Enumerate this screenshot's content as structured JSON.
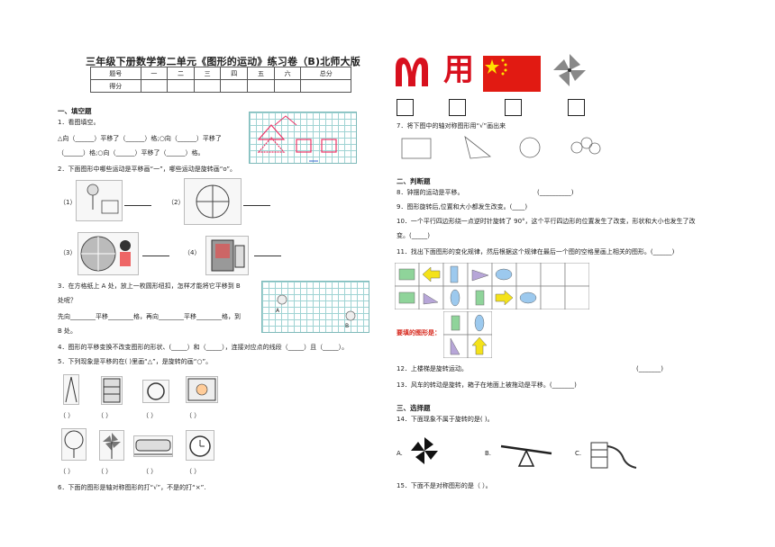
{
  "title": "三年级下册数学第二单元《图形的运动》练习卷（B)北师大版",
  "score_table": {
    "headers": [
      "题号",
      "一",
      "二",
      "三",
      "四",
      "五",
      "六",
      "总分"
    ],
    "row_label": "得分"
  },
  "sections": {
    "s1": "一、填空题",
    "s2": "二、判断题",
    "s3": "三、选择题"
  },
  "q": {
    "q1": "1．看图填空。",
    "q1_l1": "△向（______）平移了（______）格;○向（______）平移了",
    "q1_l2": "（______）格;○向（______）平移了（______）格。",
    "q2": "2．下面图形中哪些运动是平移画“一”，哪些运动是旋转画“o”。",
    "q2_1": "（1）",
    "q2_2": "（2）",
    "q2_3": "（3）",
    "q2_4": "（4）",
    "q3_l1": "3．在方格纸上 A 处，放上一枚圆形纽扣，怎样才能将它平移到 B",
    "q3_l2": "处呢？",
    "q3_l3": "先向________平移________格，再向________平移________格，到",
    "q3_l4": "B 处。",
    "q3_a": "A",
    "q3_b": "B",
    "q4": "4．图形的平移变换不改变图形的形状、(_____）和（_____），连接对应点的线段（_____）且（_____）。",
    "q5": "5．下列现象是平移的在(     )里画“△”，是旋转的画“○”。",
    "paren": "（    ）",
    "q6": "6．下面的图形是轴对称图形的打“√”，不是的打“×”.",
    "q7": "7．将下图中的轴对称图形用“√”画出来",
    "q6_char": "用",
    "q8": "8．钟摆的运动是平移。",
    "q8_a": "(__________)",
    "q9": "9．图形旋转后,位置和大小都发生改变。(____)",
    "q10_l1": "10．一个平行四边形绕一点逆时针旋转了 90°，这个平行四边形的位置发生了改变，形状和大小也发生了改",
    "q10_l2": "变。(_____)",
    "q11": "11．找出下面图形的变化规律，然后根据这个规律在最后一个图的空格里画上相关的图形。(______)",
    "q11_fill": "要填的图形是：",
    "q12": "12．上楼梯是旋转运动。",
    "q12_a": "(_______)",
    "q13": "13．风车的转动是旋转，箱子在地面上被拖动是平移。(_______)",
    "q14": "14．下面现象不属于旋转的是(      )。",
    "q14_A": "A.",
    "q14_B": "B.",
    "q14_C": "C.",
    "q15": "15．下面不是对称图形的是（    ）。"
  },
  "colors": {
    "mcd": "#d8101e",
    "flag_red": "#e11a12",
    "flag_star": "#ffe100",
    "shape_green": "#8fd49a",
    "shape_blue": "#9cc9ee",
    "shape_purple": "#b7a6d8",
    "shape_yellow": "#f4e21a",
    "fill_label": "#d6261b",
    "grid_line": "#9fd3d3"
  }
}
